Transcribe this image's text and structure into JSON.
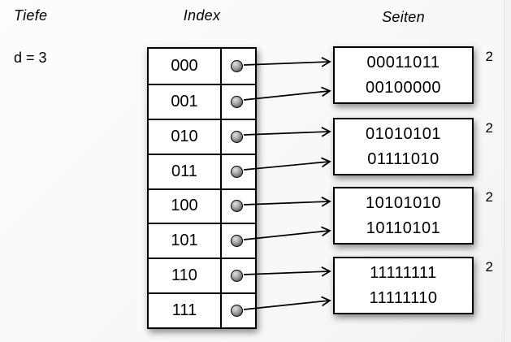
{
  "diagram": {
    "depth_label": "Tiefe",
    "depth_value": "d = 3",
    "index_label": "Index",
    "pages_label": "Seiten",
    "index_rows": [
      "000",
      "001",
      "010",
      "011",
      "100",
      "101",
      "110",
      "111"
    ],
    "pages": [
      {
        "lines": [
          "00011011",
          "00100000"
        ],
        "local_depth": "2"
      },
      {
        "lines": [
          "01010101",
          "01111010"
        ],
        "local_depth": "2"
      },
      {
        "lines": [
          "10101010",
          "10110101"
        ],
        "local_depth": "2"
      },
      {
        "lines": [
          "11111111",
          "11111110"
        ],
        "local_depth": "2"
      }
    ],
    "colors": {
      "stroke": "#000000",
      "box_fill": "#ffffff",
      "dot_fill": "#8a8a8a",
      "background": "#f5f6f7"
    }
  }
}
